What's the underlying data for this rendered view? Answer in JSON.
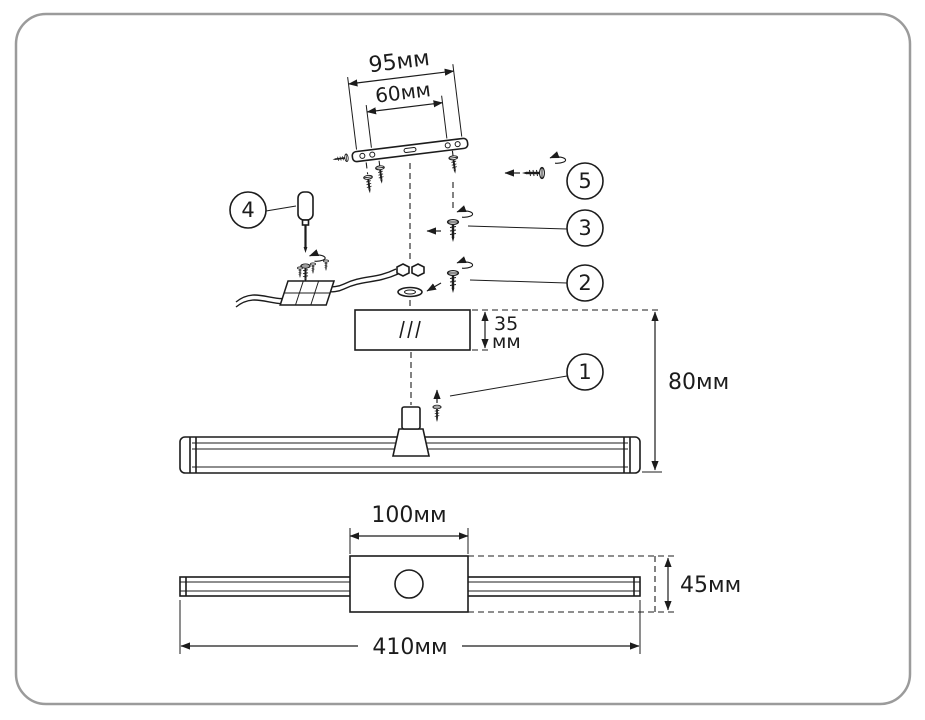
{
  "figure": {
    "callouts": {
      "c1": "1",
      "c2": "2",
      "c3": "3",
      "c4": "4",
      "c5": "5"
    },
    "dims": {
      "d95": "95мм",
      "d60": "60мм",
      "d35_line1": "35",
      "d35_line2": "мм",
      "d80": "80мм",
      "d100": "100мм",
      "d45": "45мм",
      "d410": "410мм"
    }
  }
}
